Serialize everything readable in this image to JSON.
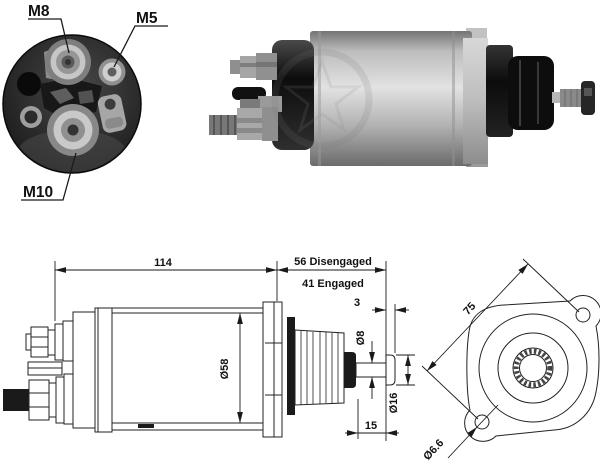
{
  "colors": {
    "background": "#ffffff",
    "ink": "#1a1a1a",
    "drawing_line": "#222222",
    "photo_metal_light": "#e2e2e2",
    "photo_metal_dark": "#0d0d0d"
  },
  "terminal_view": {
    "labels": {
      "m8": "M8",
      "m5": "M5",
      "m10": "M10"
    }
  },
  "side_drawing": {
    "dims": {
      "body_length": "114",
      "travel_disengaged": "56 Disengaged",
      "travel_engaged": "41 Engaged",
      "stop_washer_thickness": "3",
      "body_diameter": "Ø58",
      "shaft_diameter": "Ø8",
      "stop_washer_diameter": "Ø16",
      "shaft_length": "15"
    }
  },
  "flange_view": {
    "dims": {
      "mounting_hole_spacing": "75",
      "mounting_hole_diameter": "Ø6.6"
    }
  }
}
